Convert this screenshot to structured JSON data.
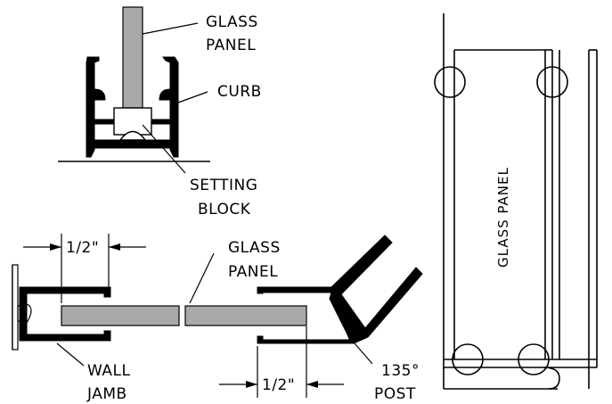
{
  "labels": {
    "glass_panel_top_1": "GLASS",
    "glass_panel_top_2": "PANEL",
    "curb": "CURB",
    "setting_block_1": "SETTING",
    "setting_block_2": "BLOCK",
    "dim_top": "1/2\"",
    "glass_panel_mid_1": "GLASS",
    "glass_panel_mid_2": "PANEL",
    "wall_jamb_1": "WALL",
    "wall_jamb_2": "JAMB",
    "dim_bottom": "1/2\"",
    "post_1": "135°",
    "post_2": "POST",
    "glass_panel_elev": "GLASS  PANEL"
  }
}
